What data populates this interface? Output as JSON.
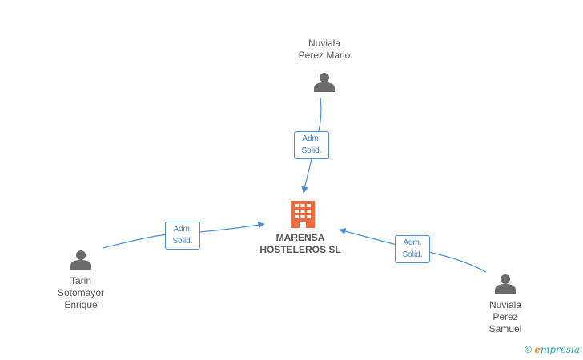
{
  "company": {
    "name_line1": "MARENSA",
    "name_line2": "HOSTELEROS SL"
  },
  "people": [
    {
      "lines": [
        "Nuviala",
        "Perez Mario"
      ]
    },
    {
      "lines": [
        "Tarin",
        "Sotomayor",
        "Enrique"
      ]
    },
    {
      "lines": [
        "Nuviala",
        "Perez",
        "Samuel"
      ]
    }
  ],
  "relations": [
    {
      "line1": "Adm.",
      "line2": "Solid."
    },
    {
      "line1": "Adm.",
      "line2": "Solid."
    },
    {
      "line1": "Adm.",
      "line2": "Solid."
    }
  ],
  "footer": {
    "copyright": "©",
    "brand_e": "e",
    "brand_rest": "mpresia"
  },
  "colors": {
    "edge": "#4a90d9",
    "person_icon": "#6b6b6b",
    "company_icon": "#f26a3d",
    "text": "#555555"
  },
  "icons": {
    "person": "person-icon",
    "company": "building-icon"
  }
}
